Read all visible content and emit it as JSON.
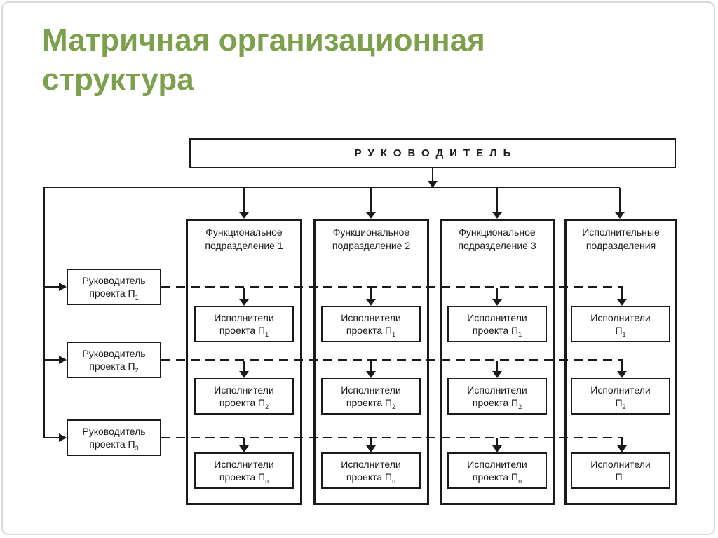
{
  "title": {
    "line1": "Матричная организационная",
    "line2": "структура",
    "color": "#7CA04C"
  },
  "diagram": {
    "director_label": "РУКОВОДИТЕЛЬ",
    "line_color": "#1a1a1a",
    "project_managers": [
      {
        "line1": "Руководитель",
        "line2": "проекта П",
        "sub": "1"
      },
      {
        "line1": "Руководитель",
        "line2": "проекта П",
        "sub": "2"
      },
      {
        "line1": "Руководитель",
        "line2": "проекта П",
        "sub": "3"
      }
    ],
    "columns": [
      {
        "header1": "Функциональное",
        "header2": "подразделение 1",
        "boxes": [
          {
            "line1": "Исполнители",
            "line2": "проекта П",
            "sub": "1"
          },
          {
            "line1": "Исполнители",
            "line2": "проекта П",
            "sub": "2"
          },
          {
            "line1": "Исполнители",
            "line2": "проекта П",
            "sub": "n"
          }
        ]
      },
      {
        "header1": "Функциональное",
        "header2": "подразделение 2",
        "boxes": [
          {
            "line1": "Исполнители",
            "line2": "проекта П",
            "sub": "1"
          },
          {
            "line1": "Исполнители",
            "line2": "проекта П",
            "sub": "2"
          },
          {
            "line1": "Исполнители",
            "line2": "проекта П",
            "sub": "n"
          }
        ]
      },
      {
        "header1": "Функциональное",
        "header2": "подразделение 3",
        "boxes": [
          {
            "line1": "Исполнители",
            "line2": "проекта П",
            "sub": "1"
          },
          {
            "line1": "Исполнители",
            "line2": "проекта П",
            "sub": "2"
          },
          {
            "line1": "Исполнители",
            "line2": "проекта П",
            "sub": "n"
          }
        ]
      },
      {
        "header1": "Исполнительные",
        "header2": "подразделения",
        "boxes": [
          {
            "line1": "Исполнители",
            "line2": "П",
            "sub": "1"
          },
          {
            "line1": "Исполнители",
            "line2": "П",
            "sub": "2"
          },
          {
            "line1": "Исполнители",
            "line2": "П",
            "sub": "n"
          }
        ]
      }
    ]
  }
}
